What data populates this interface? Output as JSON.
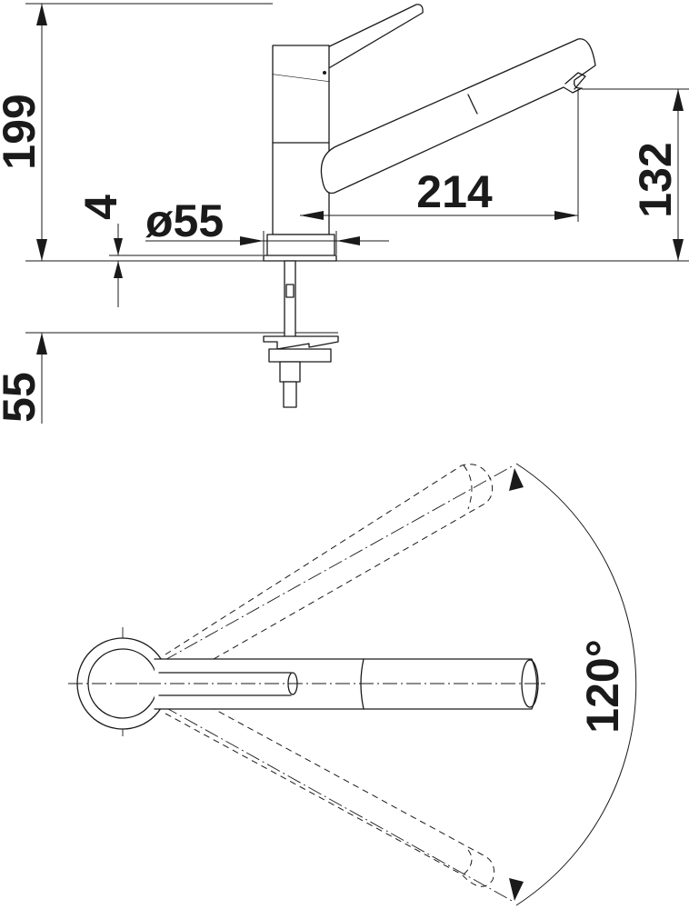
{
  "dimensions": {
    "total_height": "199",
    "below_counter": "55",
    "base_thickness": "4",
    "base_diameter": "ø55",
    "spout_reach": "214",
    "spout_height": "132",
    "swivel_angle": "120°"
  }
}
